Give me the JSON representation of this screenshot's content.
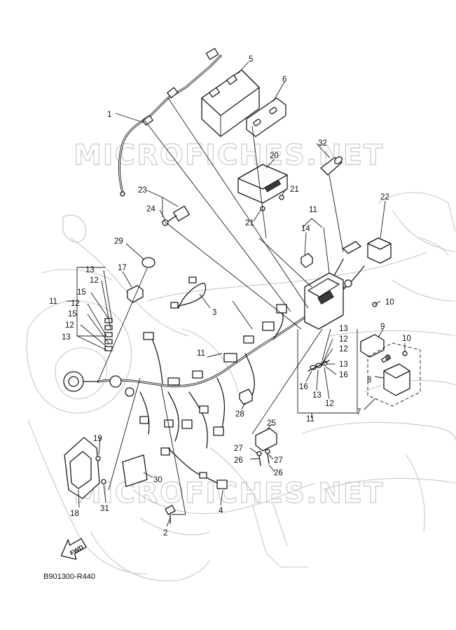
{
  "watermark_top": "MICROFICHES.NET",
  "watermark_bottom": "MICROFICHES.NET",
  "drawing_code": "B901300-R440",
  "fwd_label": "FWD",
  "callouts": {
    "c1": "1",
    "c2": "2",
    "c3": "3",
    "c4": "4",
    "c5": "5",
    "c6": "6",
    "c7": "7",
    "c8a": "8",
    "c8b": "8",
    "c9": "9",
    "c10a": "10",
    "c10b": "10",
    "c11a": "11",
    "c11b": "11",
    "c11c": "11",
    "c11d": "11",
    "c12a": "12",
    "c12b": "12",
    "c12c": "12",
    "c12d": "12",
    "c12e": "12",
    "c12f": "12",
    "c13a": "13",
    "c13b": "13",
    "c13c": "13",
    "c13d": "13",
    "c13e": "13",
    "c14": "14",
    "c15a": "15",
    "c15b": "15",
    "c16a": "16",
    "c16b": "16",
    "c17": "17",
    "c18": "18",
    "c19": "19",
    "c20": "20",
    "c21a": "21",
    "c21b": "21",
    "c22": "22",
    "c23": "23",
    "c24": "24",
    "c25": "25",
    "c26a": "26",
    "c26b": "26",
    "c27a": "27",
    "c27b": "27",
    "c28": "28",
    "c29": "29",
    "c30": "30",
    "c31": "31",
    "c32": "32"
  }
}
